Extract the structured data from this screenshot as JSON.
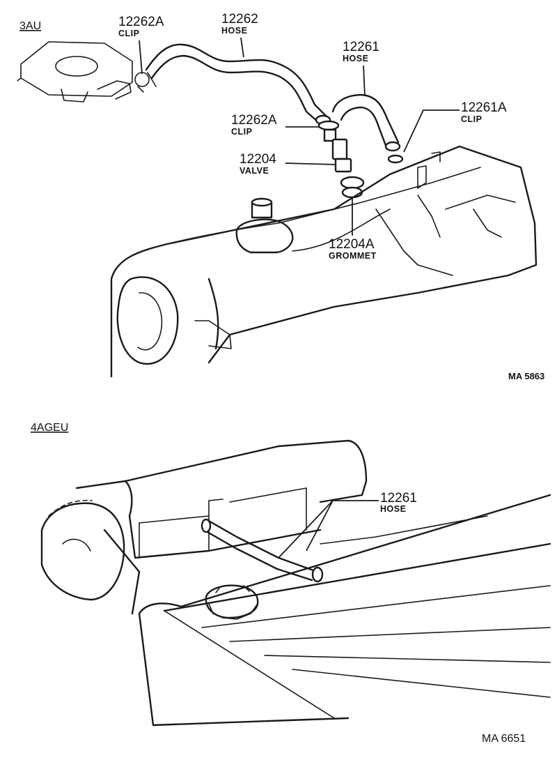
{
  "sections": {
    "top": {
      "model": "3AU",
      "code": "MA 5863",
      "parts": [
        {
          "number": "12262A",
          "name": "CLIP"
        },
        {
          "number": "12262",
          "name": "HOSE"
        },
        {
          "number": "12261",
          "name": "HOSE"
        },
        {
          "number": "12262A",
          "name": "CLIP"
        },
        {
          "number": "12261A",
          "name": "CLIP"
        },
        {
          "number": "12204",
          "name": "VALVE"
        },
        {
          "number": "12204A",
          "name": "GROMMET"
        }
      ]
    },
    "bottom": {
      "model": "4AGEU",
      "code": "MA  6651",
      "parts": [
        {
          "number": "12261",
          "name": "HOSE"
        }
      ]
    }
  }
}
